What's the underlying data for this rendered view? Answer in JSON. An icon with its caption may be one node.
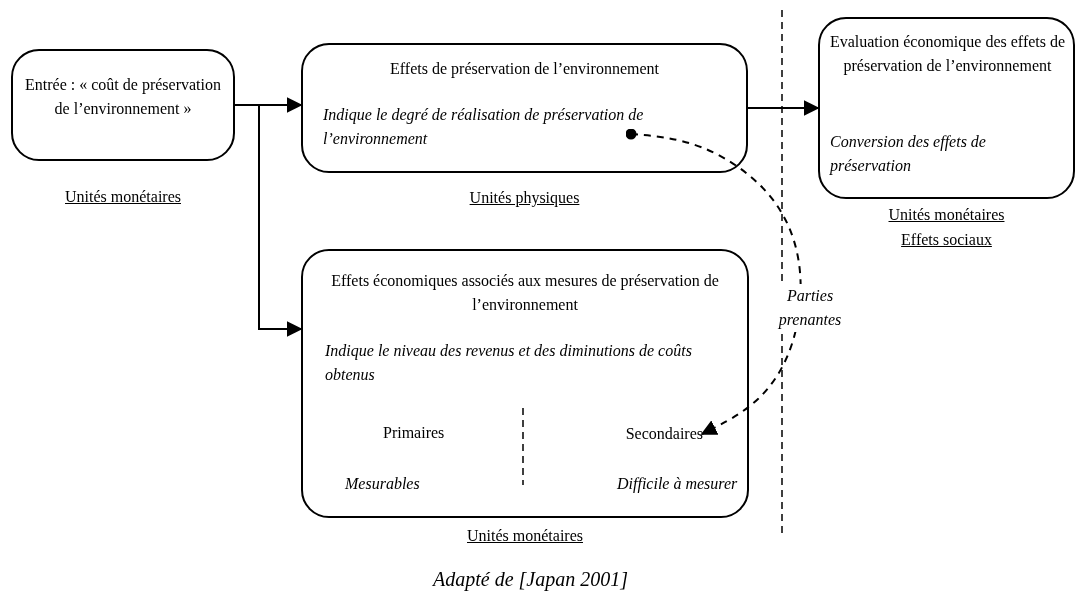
{
  "diagram": {
    "caption": "Adapté de [Japan 2001]",
    "nodes": [
      {
        "text": [
          "Entrée : « coût de préservation de l’environnement »"
        ],
        "beside": [
          "Unités monétaires"
        ]
      },
      {
        "text": [
          "Effets de préservation de l’environnement",
          "Indique le degré de réalisation de préservation de l’environnement"
        ],
        "beside": [
          "Unités physiques"
        ]
      },
      {
        "text": [
          "Evaluation économique des effets de préservation de l’environnement",
          "Conversion des effets de préservation"
        ],
        "beside": [
          "Unités monétaires",
          "Effets sociaux"
        ]
      },
      {
        "text": [
          "Effets économiques associés aux mesures de préservation de l’environnement",
          "Indique le niveau des revenus et des diminutions de coûts obtenus"
        ],
        "beside": [
          "Unités monétaires"
        ]
      },
      {
        "text": [
          "Secondaires"
        ],
        "in": 3
      }
    ],
    "edges": [
      {
        "from": 0,
        "to": 1,
        "arrow": "to"
      },
      {
        "from": 0,
        "to": 3,
        "arrow": "to"
      },
      {
        "from": 1,
        "to": 2,
        "arrow": "to"
      },
      {
        "from": 1,
        "to": 4,
        "arrow": "to",
        "style": "dashed",
        "label": "Parties prenantes"
      }
    ],
    "labels": [
      "Primaires",
      "Mesurables",
      "Difficile à mesurer"
    ]
  }
}
